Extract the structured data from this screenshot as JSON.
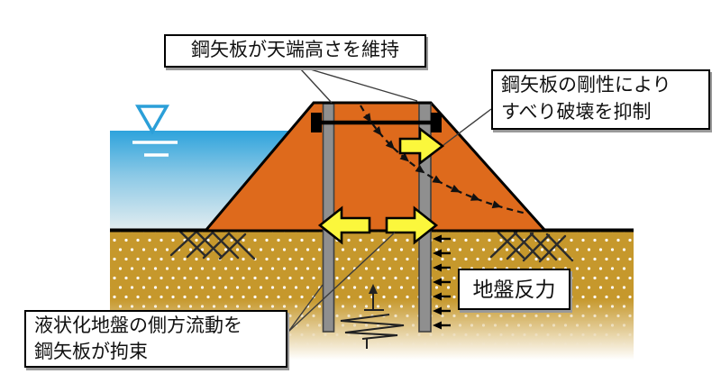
{
  "labels": {
    "crest": "鋼矢板が天端高さを維持",
    "rigidity_line1": "鋼矢板の剛性により",
    "rigidity_line2": "すべり破壊を抑制",
    "restrain_line1": "液状化地盤の側方流動を",
    "restrain_line2": "鋼矢板が拘束",
    "reaction": "地盤反力"
  },
  "icons": {
    "water_level": "inverted-triangle-water-level-mark",
    "big_arrows": "block-arrow",
    "slip_surface": "dashed-arc-with-arrowheads"
  },
  "colors": {
    "embankment": "#DE6A1C",
    "ground": "#C6982C",
    "water_top": "#2EA3DC",
    "water_bottom": "#E3EDF0",
    "pile": "#8F8F8F",
    "arrow_yellow": "#FBF73C",
    "water_symbol": "#2B9FD8",
    "line": "#000000"
  }
}
